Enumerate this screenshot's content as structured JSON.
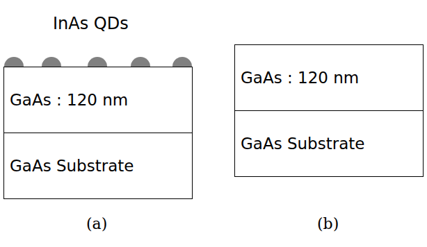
{
  "diagram": {
    "nodes": [
      {
        "text": [
          "GaAs : 120 nm"
        ]
      },
      {
        "text": [
          "GaAs Substrate"
        ]
      },
      {
        "text": [
          "GaAs : 120 nm"
        ]
      },
      {
        "text": [
          "GaAs Substrate"
        ]
      }
    ],
    "labels": [
      "InAs QDs",
      "(a)",
      "(b)"
    ]
  }
}
